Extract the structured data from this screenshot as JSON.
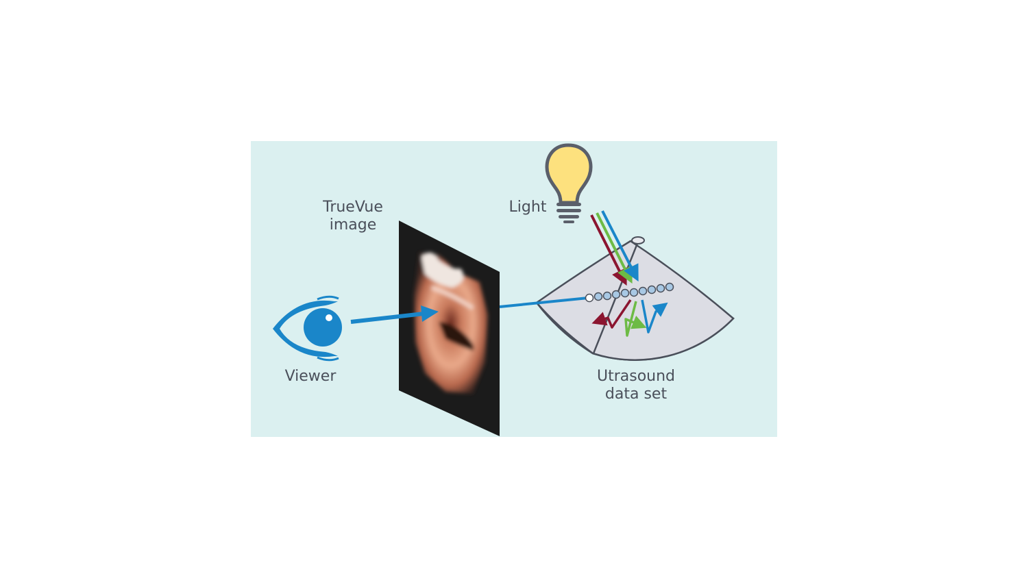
{
  "labels": {
    "truevue_line1": "TrueVue",
    "truevue_line2": "image",
    "light": "Light",
    "viewer": "Viewer",
    "ultrasound_line1": "Utrasound",
    "ultrasound_line2": "data set"
  },
  "icons": {
    "viewer": "eye-icon",
    "light": "light-bulb-icon"
  },
  "colors": {
    "panel_background": "#dbf0f0",
    "primary_blue": "#1a86c9",
    "red_ray": "#8b1530",
    "green_ray": "#6dbb45",
    "bulb_glass": "#fde17e",
    "bulb_base": "#5a5f6a",
    "sector_fill": "#dcdde4",
    "sector_stroke": "#4a4f5a",
    "label_text": "#4a4f5a"
  }
}
